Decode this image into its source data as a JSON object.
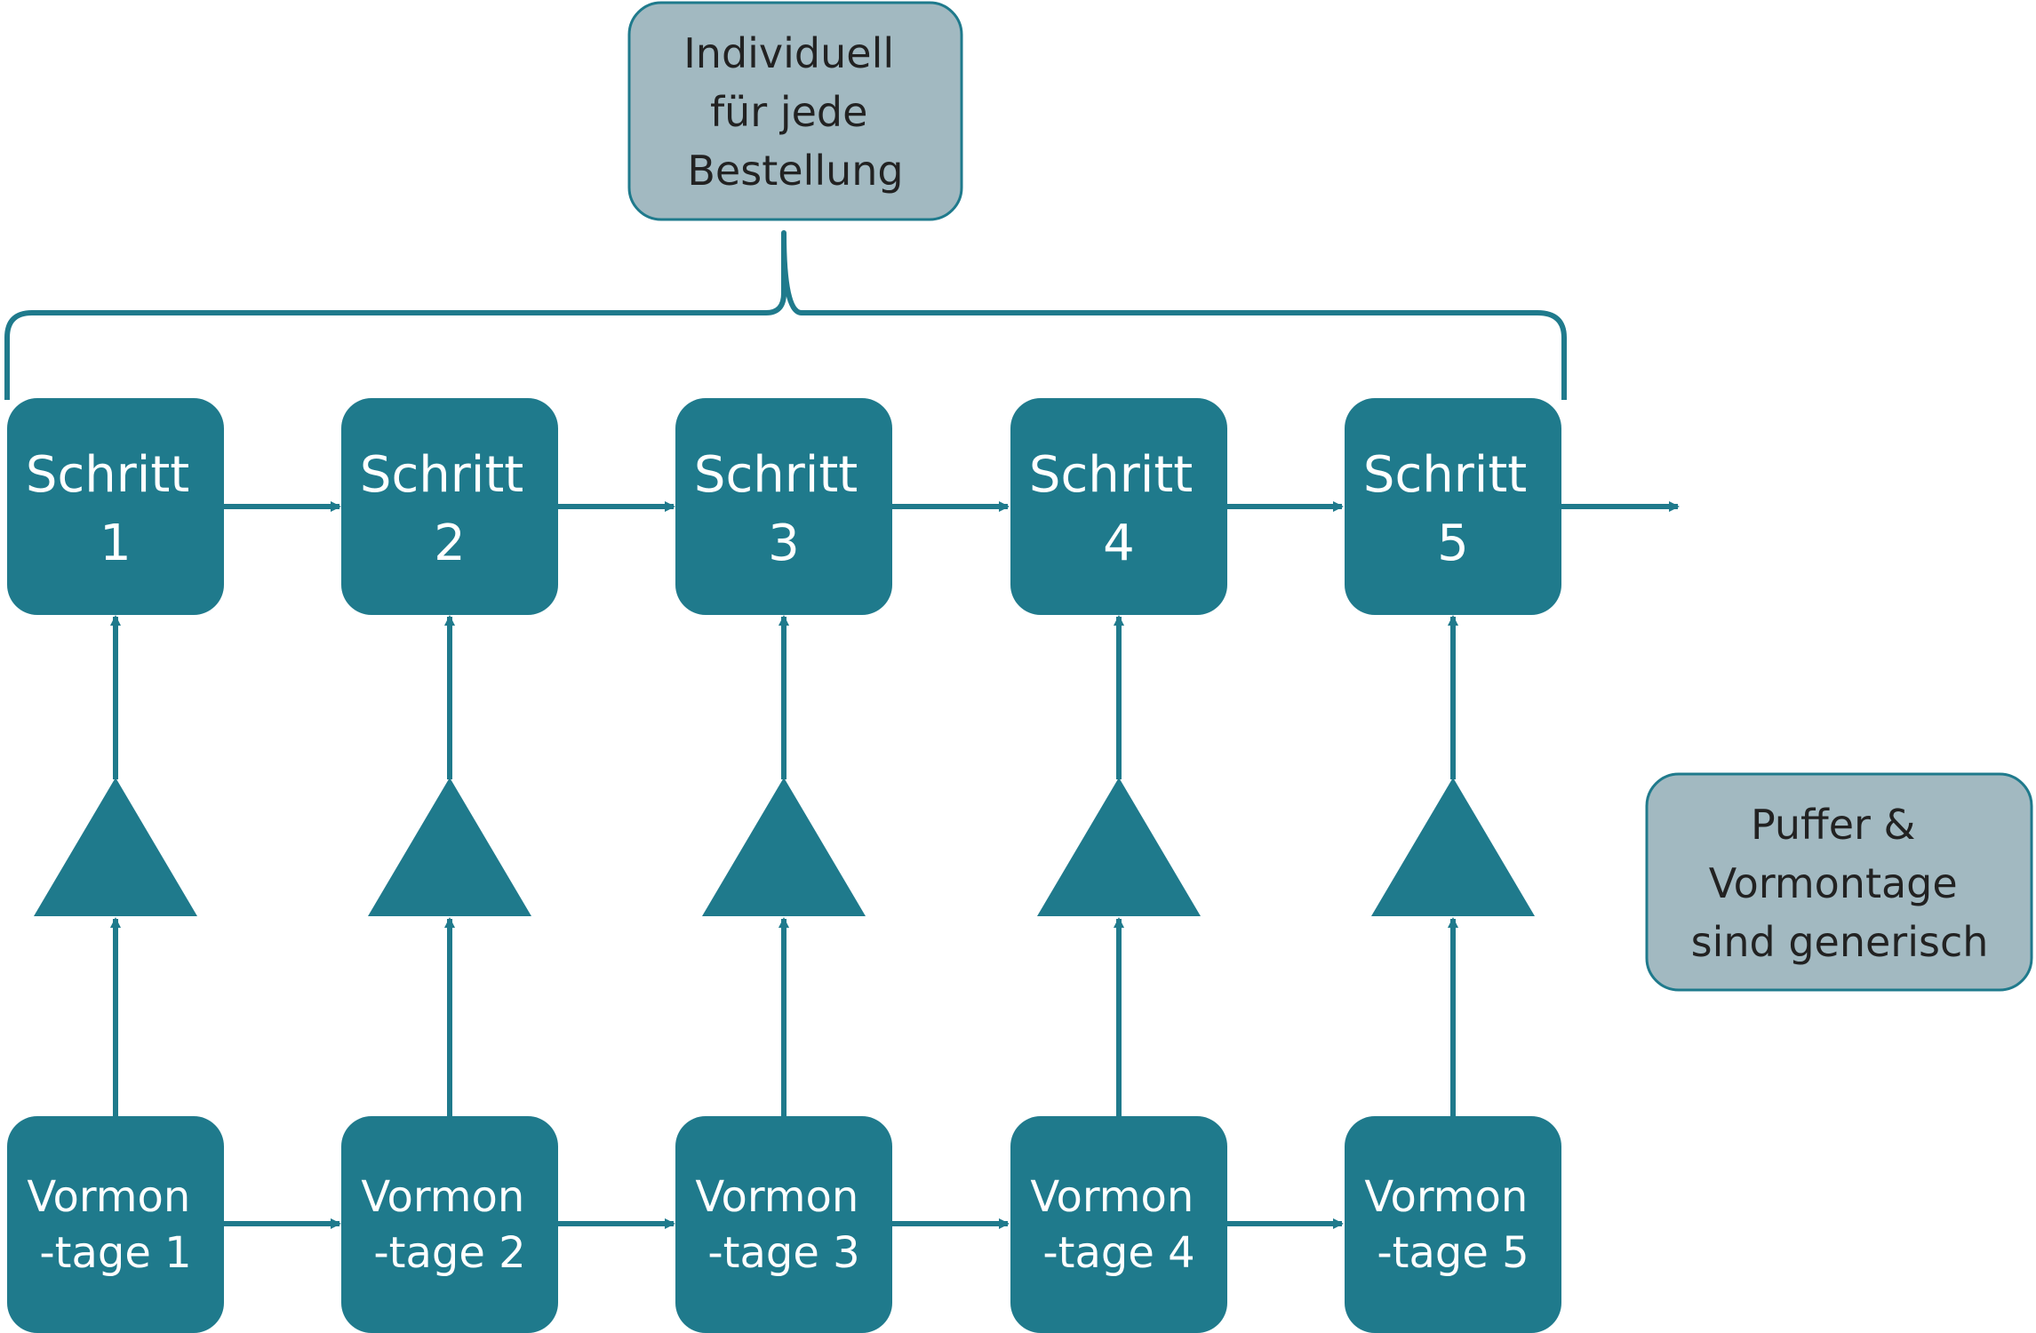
{
  "colors": {
    "teal": "#1f7a8c",
    "note_fill": "#a2b9c1",
    "note_text": "#222222",
    "box_text": "#ffffff"
  },
  "top_note": {
    "lines": [
      "Individuell",
      "für jede",
      "Bestellung"
    ]
  },
  "side_note": {
    "lines": [
      "Puffer &",
      "Vormontage",
      "sind generisch"
    ]
  },
  "steps": [
    {
      "lines": [
        "Schritt",
        "1"
      ]
    },
    {
      "lines": [
        "Schritt",
        "2"
      ]
    },
    {
      "lines": [
        "Schritt",
        "3"
      ]
    },
    {
      "lines": [
        "Schritt",
        "4"
      ]
    },
    {
      "lines": [
        "Schritt",
        "5"
      ]
    }
  ],
  "preassembly": [
    {
      "lines": [
        "Vormon",
        "-tage 1"
      ]
    },
    {
      "lines": [
        "Vormon",
        "-tage 2"
      ]
    },
    {
      "lines": [
        "Vormon",
        "-tage 3"
      ]
    },
    {
      "lines": [
        "Vormon",
        "-tage 4"
      ]
    },
    {
      "lines": [
        "Vormon",
        "-tage 5"
      ]
    }
  ],
  "buffer_icon": "triangle-icon"
}
